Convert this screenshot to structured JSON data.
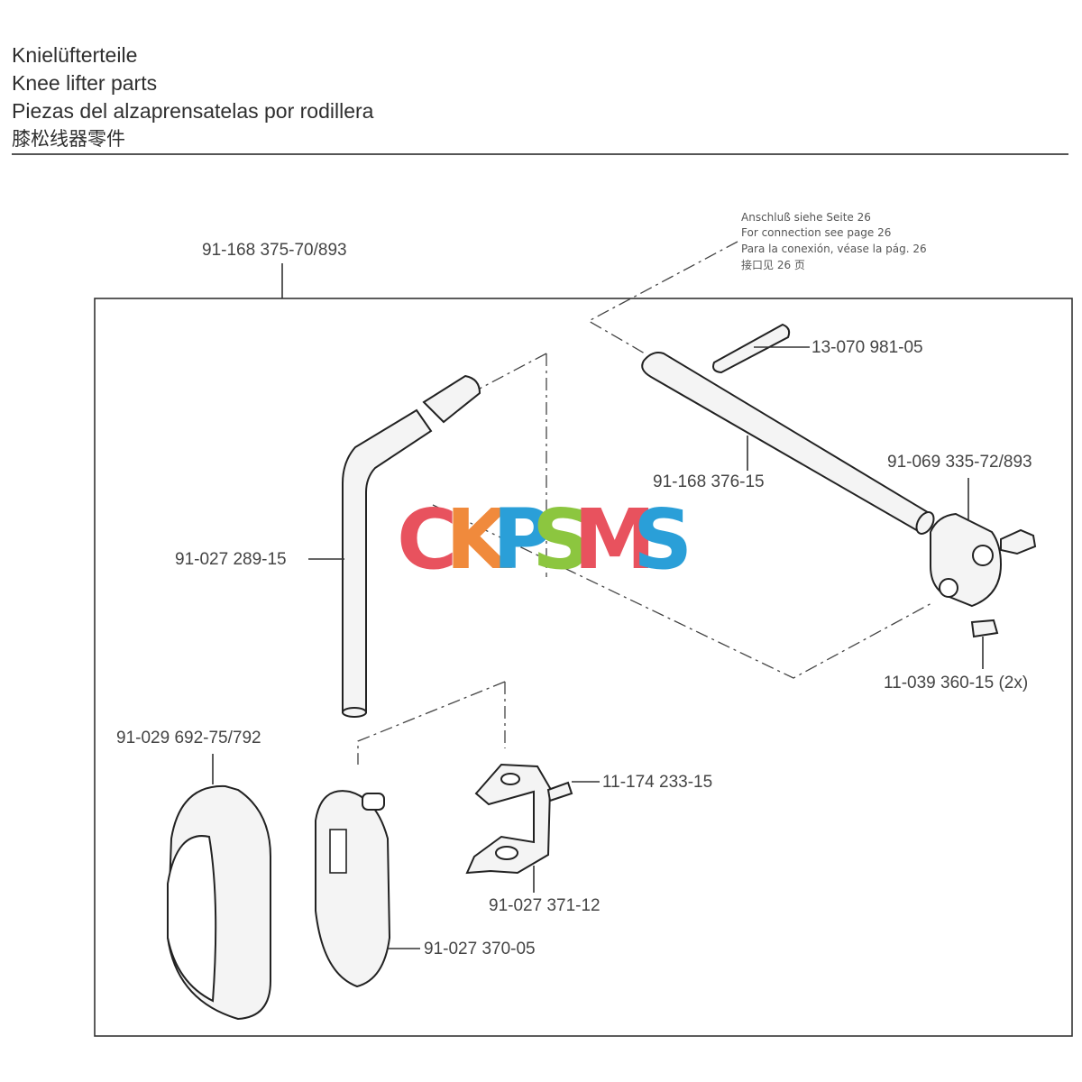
{
  "header": {
    "title_de": "Knielüfterteile",
    "title_en": "Knee lifter parts",
    "title_es": "Piezas del alzaprensatelas por rodillera",
    "title_zh": "膝松线器零件"
  },
  "connection_note": {
    "de": "Anschluß siehe Seite 26",
    "en": "For connection see page 26",
    "es": "Para la conexión, véase la pág. 26",
    "zh": "接口见 26 页"
  },
  "parts": {
    "assembly": "91-168 375-70/893",
    "pin": "13-070 981-05",
    "shaft": "91-168 376-15",
    "clamp_collar": "91-069 335-72/893",
    "knee_rod": "91-027 289-15",
    "screw": "11-039 360-15 (2x)",
    "knee_pad": "91-029  692-75/792",
    "bracket_screw": "11-174 233-15",
    "bracket": "91-027 371-12",
    "knee_plate": "91-027 370-05"
  },
  "watermark": {
    "letters": [
      "C",
      "K",
      "P",
      "S",
      "M",
      "S"
    ],
    "colors": [
      "#e8525e",
      "#f08a3c",
      "#2a9fd8",
      "#8cc63f",
      "#e8525e",
      "#2a9fd8"
    ]
  }
}
